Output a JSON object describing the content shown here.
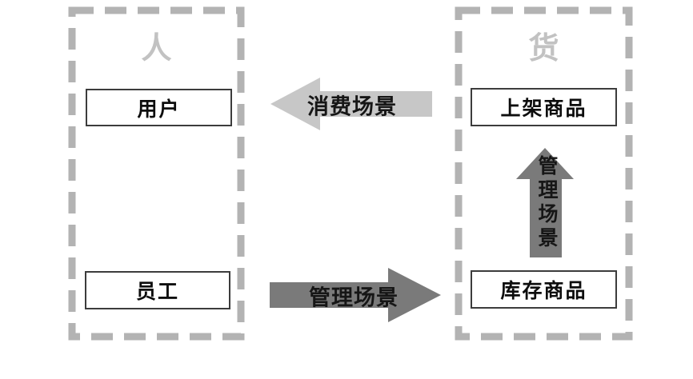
{
  "diagram": {
    "title_left": "人",
    "title_right": "货",
    "left_group": {
      "title": "人",
      "boxes": [
        {
          "label": "用户"
        },
        {
          "label": "员工"
        }
      ]
    },
    "right_group": {
      "title": "货",
      "boxes": [
        {
          "label": "上架商品"
        },
        {
          "label": "库存商品"
        }
      ]
    },
    "arrows": [
      {
        "id": "consume-scene",
        "label": "消费场景",
        "direction": "left",
        "color": "#c7c7c7"
      },
      {
        "id": "manage-scene-horizontal",
        "label": "管理场景",
        "direction": "right",
        "color": "#7a7a7a"
      },
      {
        "id": "manage-scene-vertical",
        "label": "管理场景",
        "direction": "up",
        "color": "#7a7a7a"
      }
    ],
    "colors": {
      "background": "#ffffff",
      "dashed_border": "#b3b3b3",
      "group_title": "#c2c2c2",
      "light_arrow": "#c7c7c7",
      "dark_arrow": "#7a7a7a",
      "box_border": "#3c3c3c",
      "label_text": "#161616"
    }
  }
}
